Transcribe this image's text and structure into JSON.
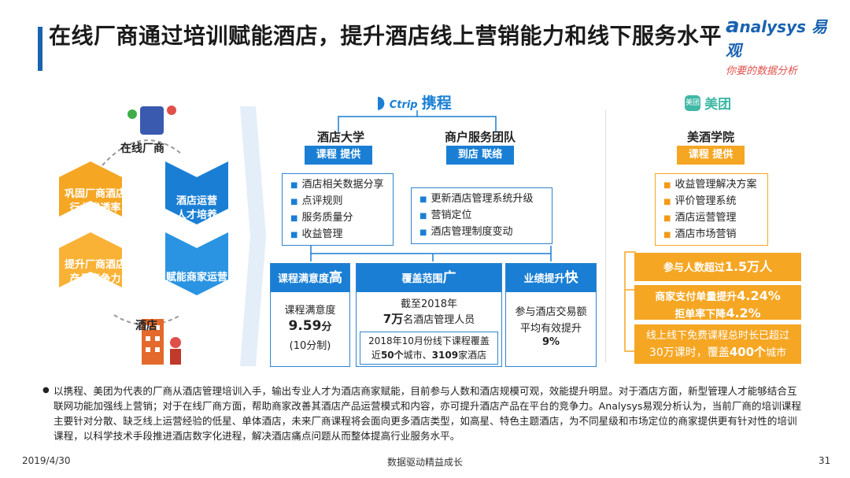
{
  "title": "在线厂商通过培训赋能酒店，提升酒店线上营销能力和线下服务水平",
  "logo": {
    "brand": "nalysys",
    "brand_cn": "易观",
    "slogan": "你要的数据分析"
  },
  "left": {
    "top_label": "在线厂商",
    "bottom_label": "酒店",
    "orange1": [
      "巩固厂商酒店",
      "行业渗透率"
    ],
    "orange2": [
      "提升厂商酒店",
      "产品竞争力"
    ],
    "blue1": [
      "酒店运营",
      "人才培养"
    ],
    "blue2": [
      "赋能商家运营"
    ]
  },
  "ctrip": {
    "logo_en": "Ctrip",
    "logo_cn": "携程",
    "col1": {
      "title": "酒店大学",
      "tag": "课程 提供",
      "items": [
        "酒店相关数据分享",
        "点评规则",
        "服务质量分",
        "收益管理"
      ]
    },
    "col2": {
      "title": "商户服务团队",
      "tag": "到店 联络",
      "items": [
        "更新酒店管理系统升级",
        "营销定位",
        "酒店管理制度变动"
      ]
    },
    "res1": {
      "hdr_a": "课程满意度",
      "hdr_b": "高",
      "l1": "课程满意度",
      "l2a": "9.59",
      "l2b": "分",
      "l3": "(10分制)"
    },
    "res2": {
      "hdr_a": "覆盖范围",
      "hdr_b": "广",
      "l1": "截至2018年",
      "l2a": "7万",
      "l2b": "名酒店管理人员",
      "s1": "2018年10月份线下课程覆盖",
      "s2a": "近",
      "s2b": "50个",
      "s2c": "城市、",
      "s2d": "3109",
      "s2e": "家酒店"
    },
    "res3": {
      "hdr_a": "业绩提升",
      "hdr_b": "快",
      "l1": "参与酒店交易额",
      "l2": "平均有效提升",
      "l3": "9%"
    }
  },
  "meituan": {
    "logo": "美团",
    "title": "美酒学院",
    "tag": "课程 提供",
    "items": [
      "收益管理解决方案",
      "评价管理系统",
      "酒店运营管理",
      "酒店市场营销"
    ],
    "b1a": "参与人数超过",
    "b1b": "1.5万人",
    "b2a": "商家支付单量提升",
    "b2b": "4.24%",
    "b2c": "拒单率下降",
    "b2d": "4.2%",
    "b3a": "线上线下免费课程总时长已超过",
    "b3b": "30万课时，覆盖",
    "b3c": "400个",
    "b3d": "城市"
  },
  "paragraph": "以携程、美团为代表的厂商从酒店管理培训入手，输出专业人才为酒店商家赋能，目前参与人数和酒店规模可观，效能提升明显。对于酒店方面，新型管理人才能够结合互联网功能加强线上营销；对于在线厂商方面，帮助商家改善其酒店产品运营模式和内容，亦可提升酒店产品在平台的竞争力。Analysys易观分析认为，当前厂商的培训课程主要针对分散、缺乏线上运营经验的低星、单体酒店，未来厂商课程将会面向更多酒店类型，如高星、特色主题酒店，为不同星级和市场定位的商家提供更有针对性的培训课程，以科学技术手段推进酒店数字化进程，解决酒店痛点问题从而整体提高行业服务水平。",
  "footer": {
    "date": "2019/4/30",
    "center": "数据驱动精益成长",
    "page": "31"
  },
  "colors": {
    "blue": "#1a7fd4",
    "orange": "#f5a623",
    "dark_blue": "#1a63b0"
  }
}
